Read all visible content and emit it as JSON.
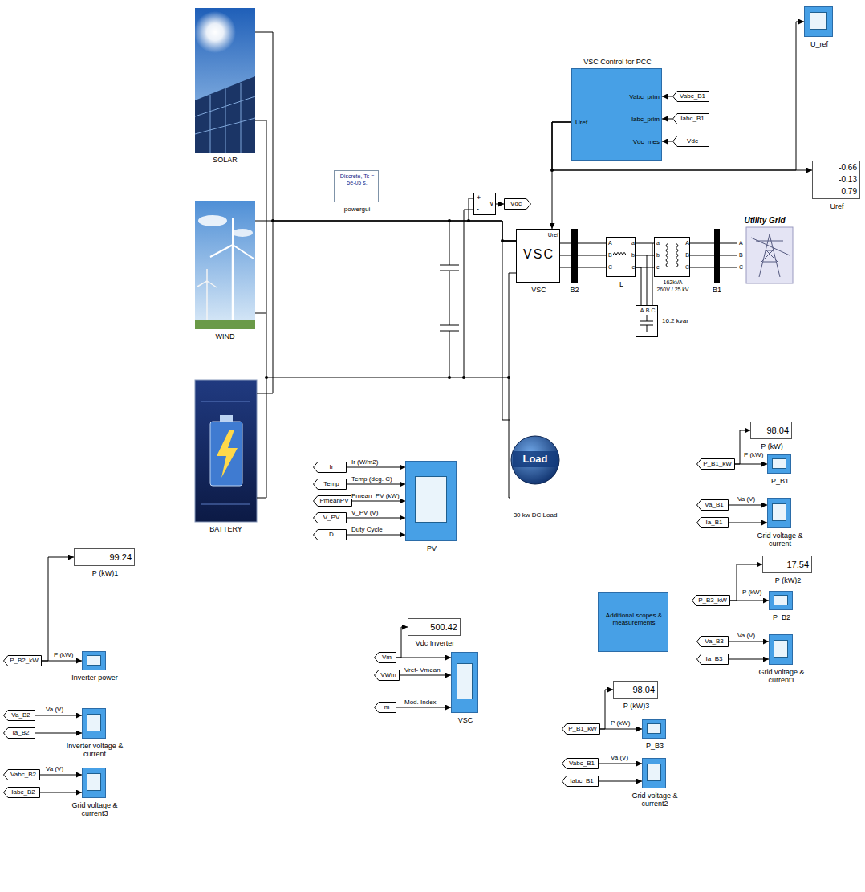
{
  "diagram": {
    "nodes": [
      {
        "text": [
          "SOLAR"
        ]
      },
      {
        "text": [
          "WIND"
        ]
      },
      {
        "text": [
          "BATTERY"
        ]
      },
      {
        "text": [
          "Discrete, Ts = 5e-05 s.",
          "powergui"
        ]
      },
      {
        "text": [
          "VSC Control for PCC",
          "Uref",
          "Vabc_prim",
          "Iabc_prim",
          "Vdc_mes"
        ]
      },
      {
        "text": [
          "Vabc_B1"
        ]
      },
      {
        "text": [
          "Iabc_B1"
        ]
      },
      {
        "text": [
          "Vdc"
        ]
      },
      {
        "text": [
          "U_ref"
        ]
      },
      {
        "text": [
          "-0.66",
          "-0.13",
          "0.79",
          "Uref"
        ]
      },
      {
        "text": [
          "+",
          "-",
          "v"
        ]
      },
      {
        "text": [
          "Vdc"
        ]
      },
      {
        "text": [
          "Uref",
          "VSC",
          "VSC"
        ]
      },
      {
        "text": [
          "B2"
        ]
      },
      {
        "text": [
          "A",
          "B",
          "C",
          "a",
          "b",
          "c",
          "L"
        ]
      },
      {
        "text": [
          "a",
          "b",
          "c",
          "A",
          "B",
          "C",
          "162kVA",
          "260V / 25 kV"
        ]
      },
      {
        "text": [
          "B1"
        ]
      },
      {
        "text": [
          "Utility Grid",
          "A",
          "B",
          "C"
        ]
      },
      {
        "text": [
          "A",
          "B",
          "C",
          "16.2 kvar"
        ]
      },
      {
        "text": [
          "Load",
          "30 kw DC Load"
        ]
      },
      {
        "text": [
          "Ir"
        ]
      },
      {
        "text": [
          "Temp"
        ]
      },
      {
        "text": [
          "PmeanPV"
        ]
      },
      {
        "text": [
          "V_PV"
        ]
      },
      {
        "text": [
          "D"
        ]
      },
      {
        "text": [
          "PV"
        ]
      },
      {
        "text": [
          "98.04",
          "P (kW)"
        ]
      },
      {
        "text": [
          "P_B1_kW"
        ]
      },
      {
        "text": [
          "P_B1"
        ]
      },
      {
        "text": [
          "Va_B1"
        ]
      },
      {
        "text": [
          "Ia_B1"
        ]
      },
      {
        "text": [
          "Grid voltage & current"
        ]
      },
      {
        "text": [
          "17.54",
          "P (kW)2"
        ]
      },
      {
        "text": [
          "P_B3_kW"
        ]
      },
      {
        "text": [
          "P_B2"
        ]
      },
      {
        "text": [
          "Va_B3"
        ]
      },
      {
        "text": [
          "Ia_B3"
        ]
      },
      {
        "text": [
          "Grid voltage & current1"
        ]
      },
      {
        "text": [
          "Additional scopes & measurements"
        ]
      },
      {
        "text": [
          "98.04",
          "P (kW)3"
        ]
      },
      {
        "text": [
          "P_B1_kW"
        ]
      },
      {
        "text": [
          "P_B3"
        ]
      },
      {
        "text": [
          "Vabc_B1"
        ]
      },
      {
        "text": [
          "Iabc_B1"
        ]
      },
      {
        "text": [
          "Grid voltage & current2"
        ]
      },
      {
        "text": [
          "500.42",
          "Vdc Inverter"
        ]
      },
      {
        "text": [
          "Vm"
        ]
      },
      {
        "text": [
          "VWm"
        ]
      },
      {
        "text": [
          "m"
        ]
      },
      {
        "text": [
          "VSC"
        ]
      },
      {
        "text": [
          "99.24",
          "P (kW)1"
        ]
      },
      {
        "text": [
          "P_B2_kW"
        ]
      },
      {
        "text": [
          "Inverter power"
        ]
      },
      {
        "text": [
          "Va_B2"
        ]
      },
      {
        "text": [
          "Ia_B2"
        ]
      },
      {
        "text": [
          "Inverter voltage & current"
        ]
      },
      {
        "text": [
          "Vabc_B2"
        ]
      },
      {
        "text": [
          "Iabc_B2"
        ]
      },
      {
        "text": [
          "Grid voltage & current3"
        ]
      }
    ],
    "edges": [
      {
        "from": 0,
        "to": 12,
        "arrow": "none"
      },
      {
        "from": 1,
        "to": 12,
        "arrow": "none"
      },
      {
        "from": 2,
        "to": 12,
        "arrow": "none"
      },
      {
        "from": 19,
        "to": 12,
        "arrow": "none"
      },
      {
        "from": 5,
        "to": 4,
        "arrow": "to"
      },
      {
        "from": 6,
        "to": 4,
        "arrow": "to"
      },
      {
        "from": 7,
        "to": 4,
        "arrow": "to"
      },
      {
        "from": 4,
        "to": 12,
        "arrow": "to"
      },
      {
        "from": 4,
        "to": 9,
        "arrow": "to"
      },
      {
        "from": 4,
        "to": 8,
        "arrow": "to"
      },
      {
        "from": 10,
        "to": 11,
        "arrow": "to"
      },
      {
        "from": 12,
        "to": 13,
        "arrow": "none"
      },
      {
        "from": 13,
        "to": 14,
        "arrow": "none"
      },
      {
        "from": 14,
        "to": 15,
        "arrow": "none"
      },
      {
        "from": 15,
        "to": 16,
        "arrow": "none"
      },
      {
        "from": 16,
        "to": 17,
        "arrow": "none"
      },
      {
        "from": 14,
        "to": 18,
        "arrow": "none"
      },
      {
        "from": 20,
        "to": 25,
        "label": "Ir (W/m2)",
        "arrow": "to"
      },
      {
        "from": 21,
        "to": 25,
        "label": "Temp (deg. C)",
        "arrow": "to"
      },
      {
        "from": 22,
        "to": 25,
        "label": "Pmean_PV (kW)",
        "arrow": "to"
      },
      {
        "from": 23,
        "to": 25,
        "label": "V_PV (V)",
        "arrow": "to"
      },
      {
        "from": 24,
        "to": 25,
        "label": "Duty Cycle",
        "arrow": "to"
      },
      {
        "from": 27,
        "to": 26,
        "label": "P (kW)",
        "arrow": "to"
      },
      {
        "from": 27,
        "to": 28,
        "arrow": "to"
      },
      {
        "from": 29,
        "to": 31,
        "label": "Va (V)",
        "arrow": "to"
      },
      {
        "from": 30,
        "to": 31,
        "arrow": "to"
      },
      {
        "from": 33,
        "to": 32,
        "label": "P (kW)",
        "arrow": "to"
      },
      {
        "from": 33,
        "to": 34,
        "arrow": "to"
      },
      {
        "from": 35,
        "to": 37,
        "label": "Va (V)",
        "arrow": "to"
      },
      {
        "from": 36,
        "to": 37,
        "arrow": "to"
      },
      {
        "from": 40,
        "to": 39,
        "label": "P (kW)",
        "arrow": "to"
      },
      {
        "from": 40,
        "to": 41,
        "arrow": "to"
      },
      {
        "from": 42,
        "to": 44,
        "label": "Va (V)",
        "arrow": "to"
      },
      {
        "from": 43,
        "to": 44,
        "arrow": "to"
      },
      {
        "from": 46,
        "to": 45,
        "arrow": "to"
      },
      {
        "from": 46,
        "to": 49,
        "arrow": "to"
      },
      {
        "from": 47,
        "to": 49,
        "label": "Vref- Vmean",
        "arrow": "to"
      },
      {
        "from": 48,
        "to": 49,
        "label": "Mod. Index",
        "arrow": "to"
      },
      {
        "from": 51,
        "to": 50,
        "label": "P (kW)",
        "arrow": "to"
      },
      {
        "from": 51,
        "to": 52,
        "arrow": "to"
      },
      {
        "from": 53,
        "to": 55,
        "label": "Va (V)",
        "arrow": "to"
      },
      {
        "from": 54,
        "to": 55,
        "arrow": "to"
      },
      {
        "from": 56,
        "to": 58,
        "label": "Va (V)",
        "arrow": "to"
      },
      {
        "from": 57,
        "to": 58,
        "arrow": "to"
      }
    ]
  }
}
